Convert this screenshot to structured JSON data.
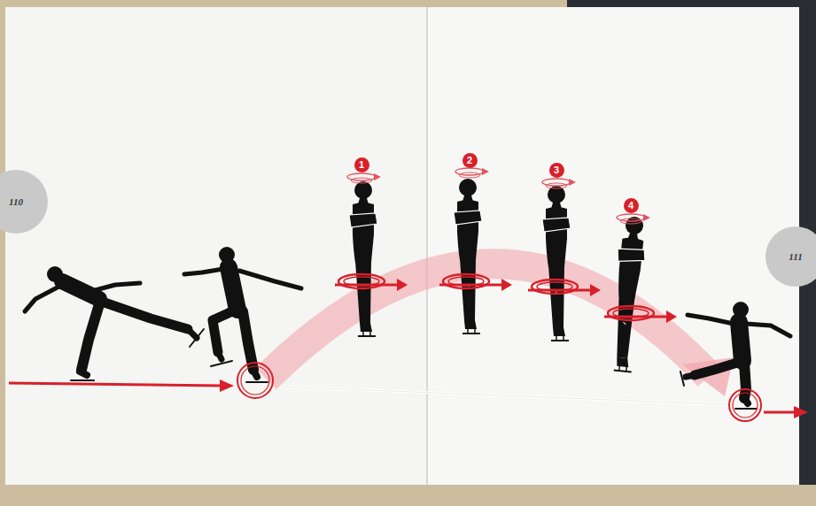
{
  "diagram": {
    "nodes": [
      {
        "text": [
          "110"
        ]
      },
      {
        "text": [
          "1"
        ]
      },
      {
        "text": [
          "2"
        ]
      },
      {
        "text": [
          "3"
        ]
      },
      {
        "text": [
          "4"
        ]
      },
      {
        "text": [
          "111"
        ]
      }
    ]
  }
}
